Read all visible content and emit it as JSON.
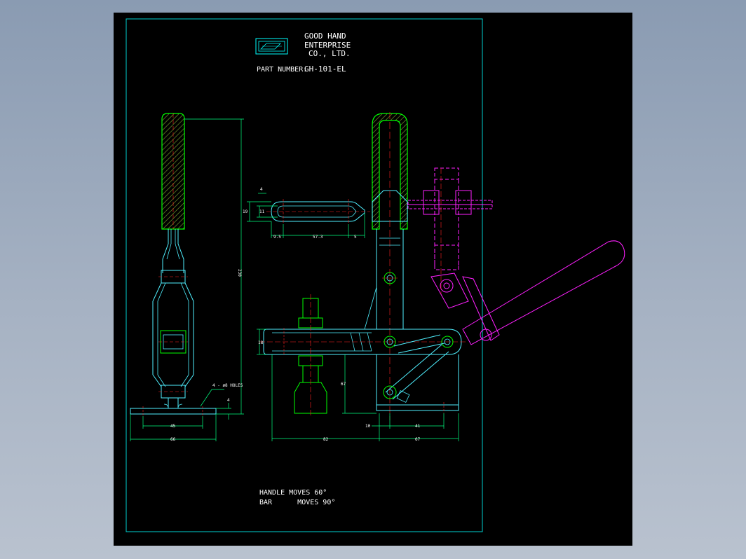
{
  "company": {
    "line1": "GOOD HAND",
    "line2": "ENTERPRISE",
    "line3": "CO., LTD."
  },
  "part": {
    "label": "PART NUMBER:",
    "value": "GH-101-EL"
  },
  "dimensions": {
    "overall_height": "230",
    "holes": "4 - ø8 HOLES",
    "base_thk": "4",
    "hole_spacing": "45",
    "base_width": "66",
    "slot_4": "4",
    "slot_19": "19",
    "slot_11": "11",
    "slot_9_5": "9.5",
    "slot_57_3": "57.3",
    "slot_5": "5",
    "bar_18": "18",
    "height_67": "67",
    "dim_10": "10",
    "dim_41": "41",
    "dim_82": "82",
    "dim_67b": "67"
  },
  "notes": {
    "handle": "HANDLE MOVES 60°",
    "bar": "BAR      MOVES 90°"
  },
  "colors": {
    "frame": "#00d0d0",
    "outline": "#4ff0ff",
    "grip": "#00ff00",
    "grip_hatch": "#7fa830",
    "center": "#ff2020",
    "swing": "#ff20ff",
    "dimension": "#00ff80",
    "text": "#ffffff",
    "logo": "#00ffff"
  }
}
